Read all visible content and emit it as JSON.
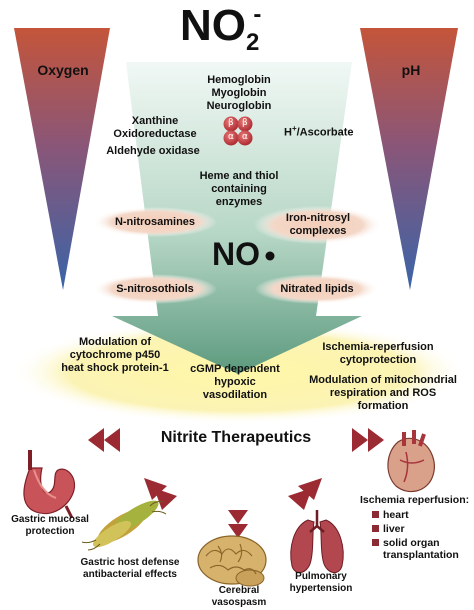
{
  "title": {
    "base": "NO",
    "subscript": "2",
    "superscript": "-"
  },
  "gradients": {
    "left_label": "Oxygen",
    "right_label": "pH"
  },
  "enzymes": {
    "globins": [
      "Hemoglobin",
      "Myoglobin",
      "Neuroglobin"
    ],
    "xanthine": [
      "Xanthine",
      "Oxidoreductase"
    ],
    "aldehyde": "Aldehyde oxidase",
    "h_plus": "H",
    "h_plus_sup": "+",
    "ascorbate": "/Ascorbate",
    "heme": [
      "Heme and thiol",
      "containing",
      "enzymes"
    ],
    "hb_subunits": [
      "β",
      "β",
      "α",
      "α"
    ]
  },
  "products": {
    "n_nitrosamines": "N-nitrosamines",
    "iron_nitrosyl": [
      "Iron-nitrosyl",
      "complexes"
    ],
    "no_label": "NO",
    "s_nitrosothiols": "S-nitrosothiols",
    "nitrated_lipids": "Nitrated lipids"
  },
  "effects": {
    "cyp": [
      "Modulation of",
      "cytochrome p450",
      "heat shock protein-1"
    ],
    "cgmp": [
      "cGMP dependent",
      "hypoxic",
      "vasodilation"
    ],
    "ischemia": [
      "Ischemia-reperfusion",
      "cytoprotection"
    ],
    "mito": [
      "Modulation of mitochondrial",
      "respiration and ROS",
      "formation"
    ]
  },
  "therapeutics": {
    "title": "Nitrite Therapeutics",
    "gastric_mucosal": [
      "Gastric mucosal",
      "protection"
    ],
    "gastric_host": [
      "Gastric host defense",
      "antibacterial effects"
    ],
    "cerebral": [
      "Cerebral",
      "vasospasm"
    ],
    "pulmonary": [
      "Pulmonary",
      "hypertension"
    ],
    "ischemia_title": "Ischemia reperfusion:",
    "ischemia_items": [
      "heart",
      "liver",
      "solid organ transplantation"
    ]
  },
  "colors": {
    "accent_red": "#9b2a33",
    "gradient_top": "#c5573b",
    "gradient_bottom": "#3a63a6",
    "funnel_light": "#e6f2ee",
    "funnel_dark": "#5e9b80",
    "oval_red": "#f1c8b5",
    "oval_yellow": "#fff3a3"
  }
}
